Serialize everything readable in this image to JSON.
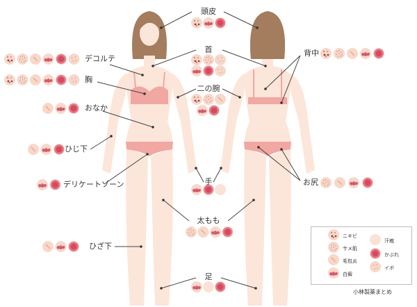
{
  "colors": {
    "skin": "#fce6da",
    "hair": "#a47c5e",
    "underwear": "#f1a7a2",
    "icon_base": "#f8d8ca",
    "accent_red": "#d8485f"
  },
  "legend": {
    "items": [
      {
        "key": "nikibi",
        "label": "ニキビ"
      },
      {
        "key": "same",
        "label": "サメ肌"
      },
      {
        "key": "moho",
        "label": "毛包炎"
      },
      {
        "key": "hakuhan",
        "label": "白癬"
      },
      {
        "key": "asemo",
        "label": "汗疱"
      },
      {
        "key": "kabure",
        "label": "かぶれ"
      },
      {
        "key": "ibo",
        "label": "イボ"
      }
    ],
    "caption": "小林製薬まとめ"
  },
  "regions": {
    "scalp": {
      "label": "頭皮",
      "icons": [
        "nikibi",
        "hakuhan",
        "kabure"
      ]
    },
    "neck": {
      "label": "首",
      "icons": [
        "nikibi",
        "same",
        "ibo",
        "hakuhan",
        "kabure",
        "ibo"
      ]
    },
    "upper_arm": {
      "label": "二の腕",
      "icons": [
        "nikibi",
        "same",
        "moho",
        "hakuhan",
        "kabure"
      ]
    },
    "decollete": {
      "label": "デコルテ",
      "icons": [
        "nikibi",
        "same",
        "moho",
        "hakuhan",
        "kabure",
        "ibo"
      ]
    },
    "chest": {
      "label": "胸",
      "icons": [
        "nikibi",
        "same",
        "moho",
        "hakuhan",
        "kabure",
        "ibo"
      ]
    },
    "belly": {
      "label": "おなか",
      "icons": [
        "moho",
        "hakuhan",
        "kabure"
      ]
    },
    "forearm": {
      "label": "ひじ下",
      "icons": [
        "moho",
        "hakuhan",
        "kabure"
      ]
    },
    "delicate": {
      "label": "デリケートゾーン",
      "icons": [
        "hakuhan",
        "kabure"
      ]
    },
    "hand": {
      "label": "手",
      "icons": [
        "hakuhan",
        "kabure",
        "asemo"
      ]
    },
    "thigh": {
      "label": "太もも",
      "icons": [
        "same",
        "moho",
        "hakuhan",
        "kabure"
      ]
    },
    "lower_leg": {
      "label": "ひざ下",
      "icons": [
        "moho",
        "hakuhan",
        "kabure"
      ]
    },
    "foot": {
      "label": "足",
      "icons": [
        "hakuhan",
        "asemo",
        "kabure"
      ]
    },
    "back": {
      "label": "背中",
      "icons": [
        "nikibi",
        "same",
        "moho",
        "hakuhan",
        "kabure"
      ]
    },
    "buttocks": {
      "label": "お尻",
      "icons": [
        "same",
        "moho",
        "hakuhan",
        "kabure"
      ]
    }
  }
}
